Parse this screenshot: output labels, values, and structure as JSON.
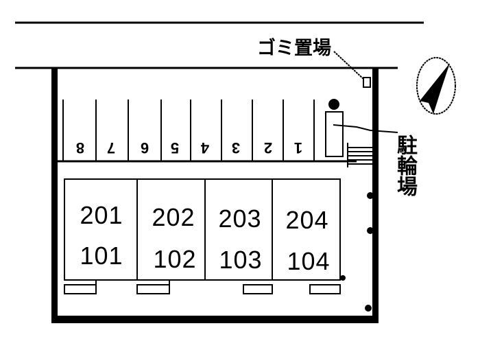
{
  "labels": {
    "garbage": "ゴミ置場",
    "bicycle_parking": "駐輪場"
  },
  "parking_stalls": [
    "8",
    "7",
    "6",
    "5",
    "4",
    "3",
    "2",
    "1"
  ],
  "units": [
    {
      "upper": "201",
      "lower": "101"
    },
    {
      "upper": "202",
      "lower": "102"
    },
    {
      "upper": "203",
      "lower": "103"
    },
    {
      "upper": "204",
      "lower": "104"
    }
  ]
}
